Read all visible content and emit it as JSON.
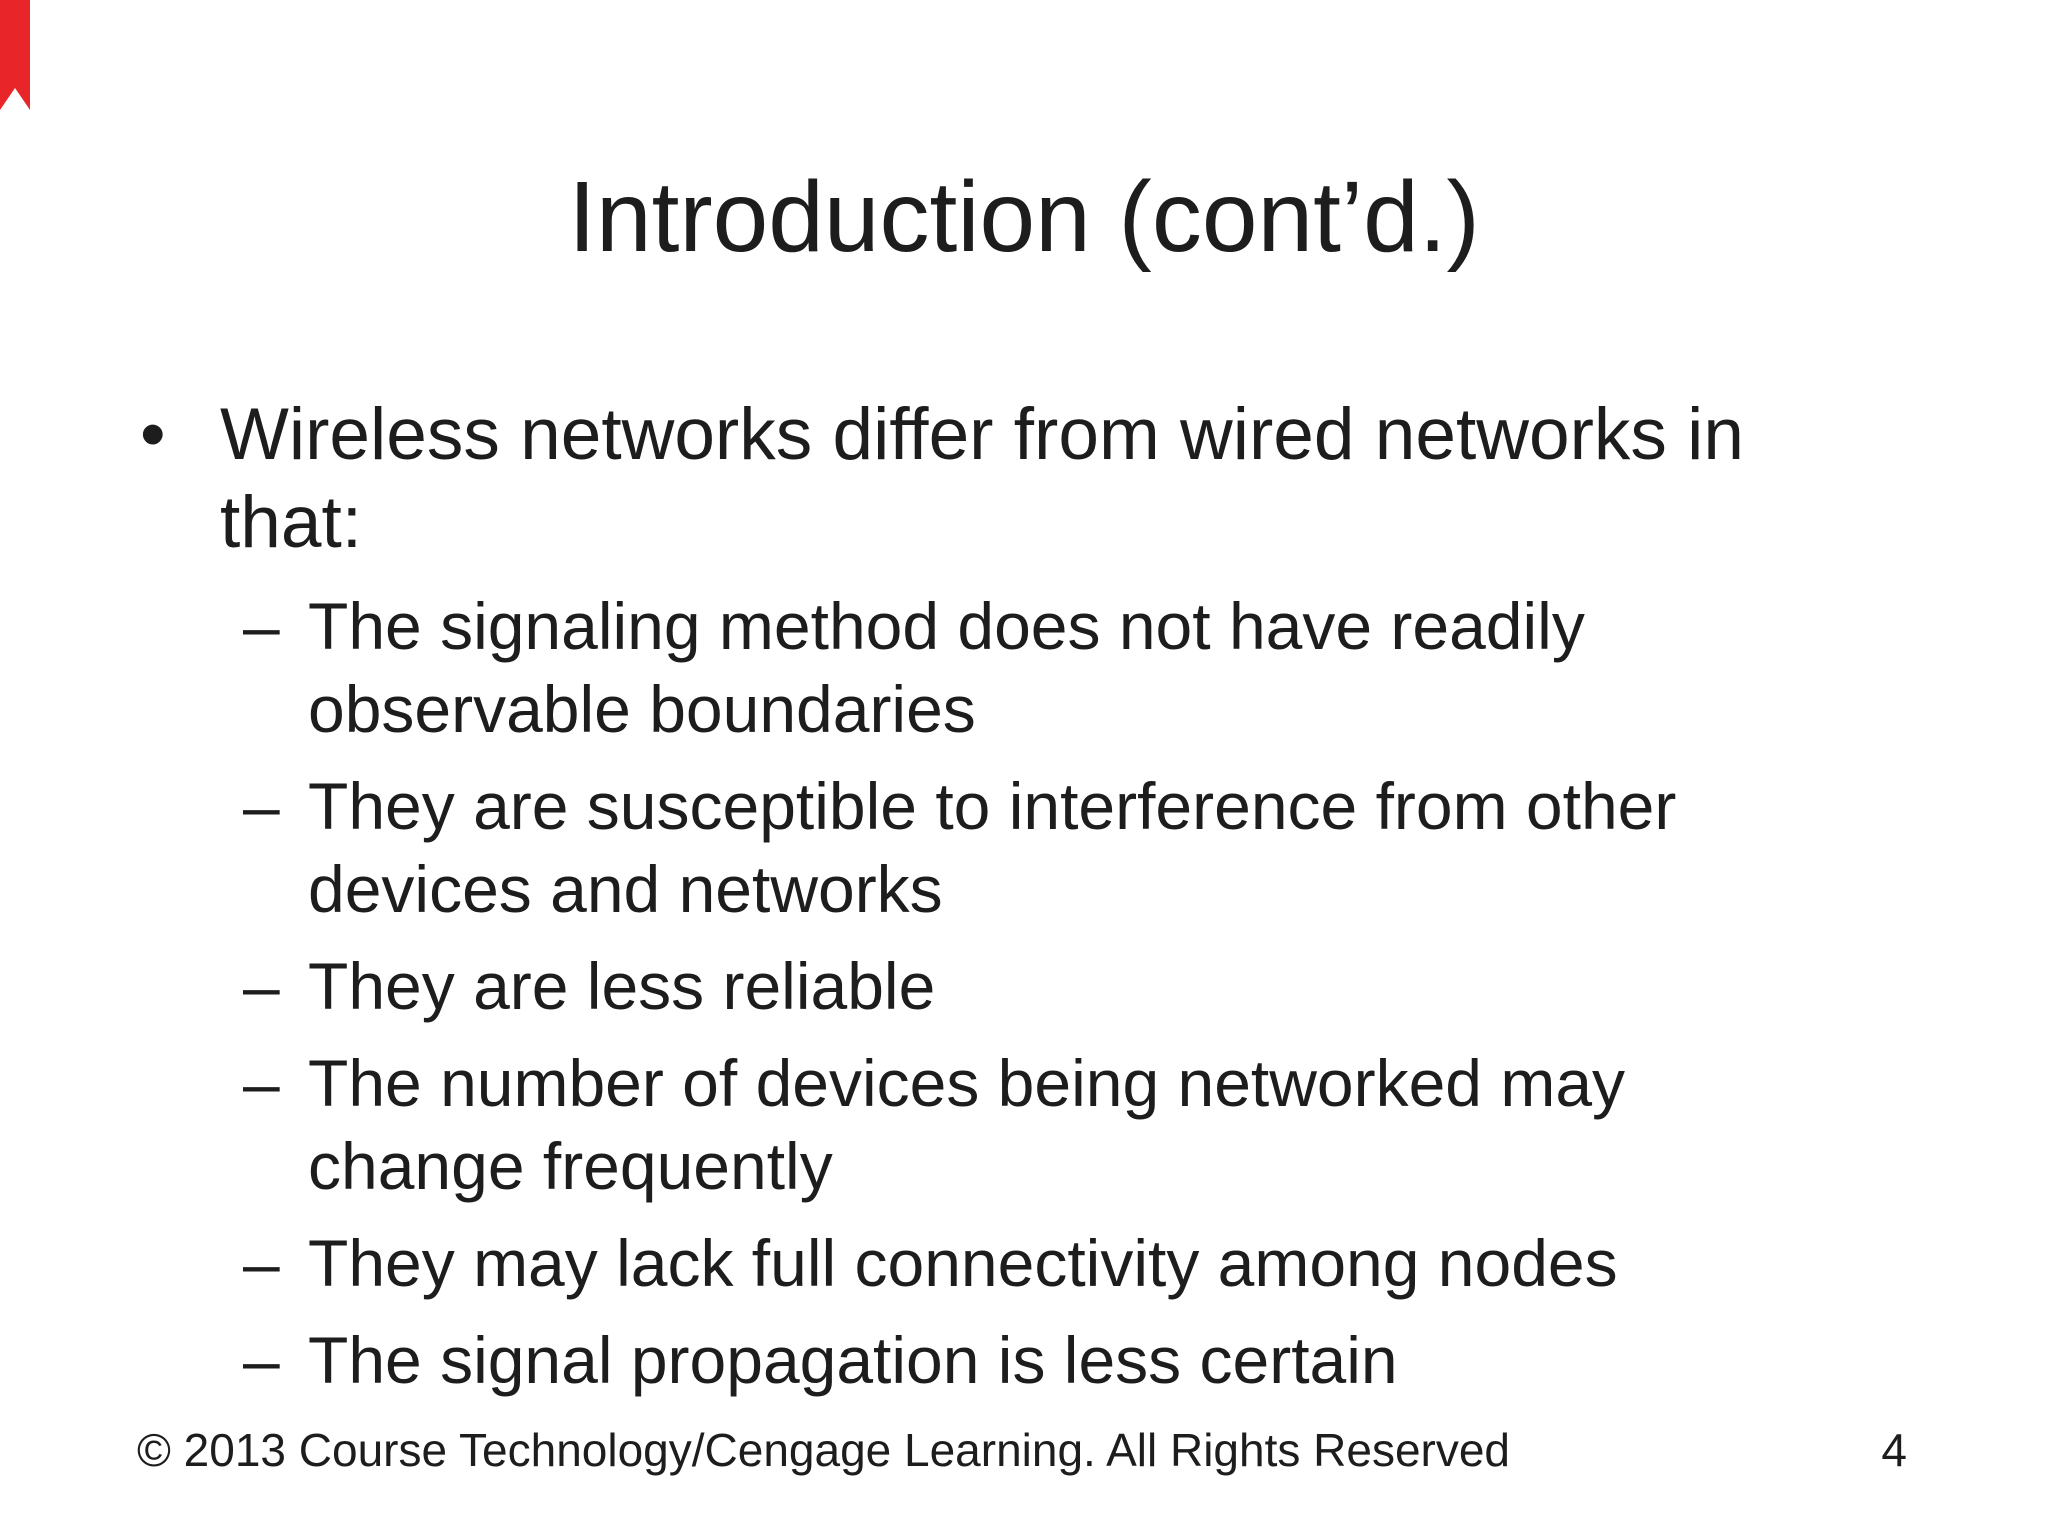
{
  "slide": {
    "title": "Introduction (cont’d.)",
    "bullets": [
      {
        "level": 1,
        "marker": "•",
        "lines": [
          "Wireless networks differ from wired networks in",
          "that:"
        ]
      },
      {
        "level": 2,
        "marker": "–",
        "lines": [
          "The signaling method does not have readily",
          "observable boundaries"
        ]
      },
      {
        "level": 2,
        "marker": "–",
        "lines": [
          "They are susceptible to interference from other",
          "devices and networks"
        ]
      },
      {
        "level": 2,
        "marker": "–",
        "lines": [
          "They are less reliable"
        ]
      },
      {
        "level": 2,
        "marker": "–",
        "lines": [
          "The number of devices being networked may",
          "change frequently"
        ]
      },
      {
        "level": 2,
        "marker": "–",
        "lines": [
          "They may lack full connectivity among nodes"
        ]
      },
      {
        "level": 2,
        "marker": "–",
        "lines": [
          "The signal propagation is less certain"
        ]
      }
    ],
    "footer": {
      "copyright": "© 2013 Course Technology/Cengage Learning. All Rights Reserved",
      "page_number": "4"
    },
    "colors": {
      "background": "#ffffff",
      "text": "#1d1d1d",
      "ribbon_red": "#e8262a"
    }
  }
}
